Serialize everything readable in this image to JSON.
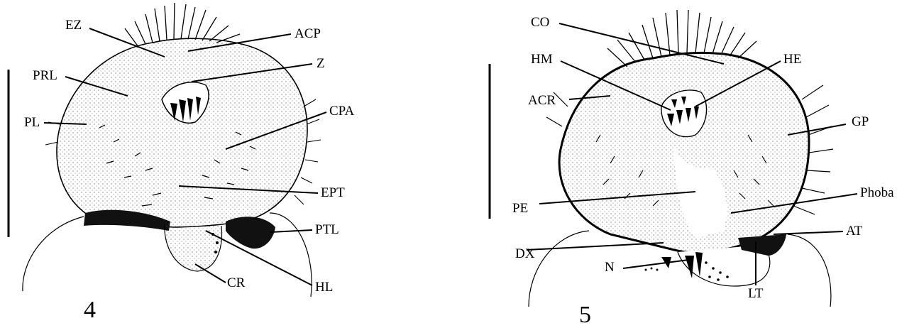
{
  "figures": [
    {
      "number": "4",
      "labels": [
        "EZ",
        "ACP",
        "PRL",
        "Z",
        "PL",
        "CPA",
        "EPT",
        "PTL",
        "CR",
        "HL"
      ]
    },
    {
      "number": "5",
      "labels": [
        "CO",
        "HM",
        "HE",
        "ACR",
        "GP",
        "Phoba",
        "PE",
        "AT",
        "DX",
        "N",
        "LT"
      ]
    }
  ]
}
